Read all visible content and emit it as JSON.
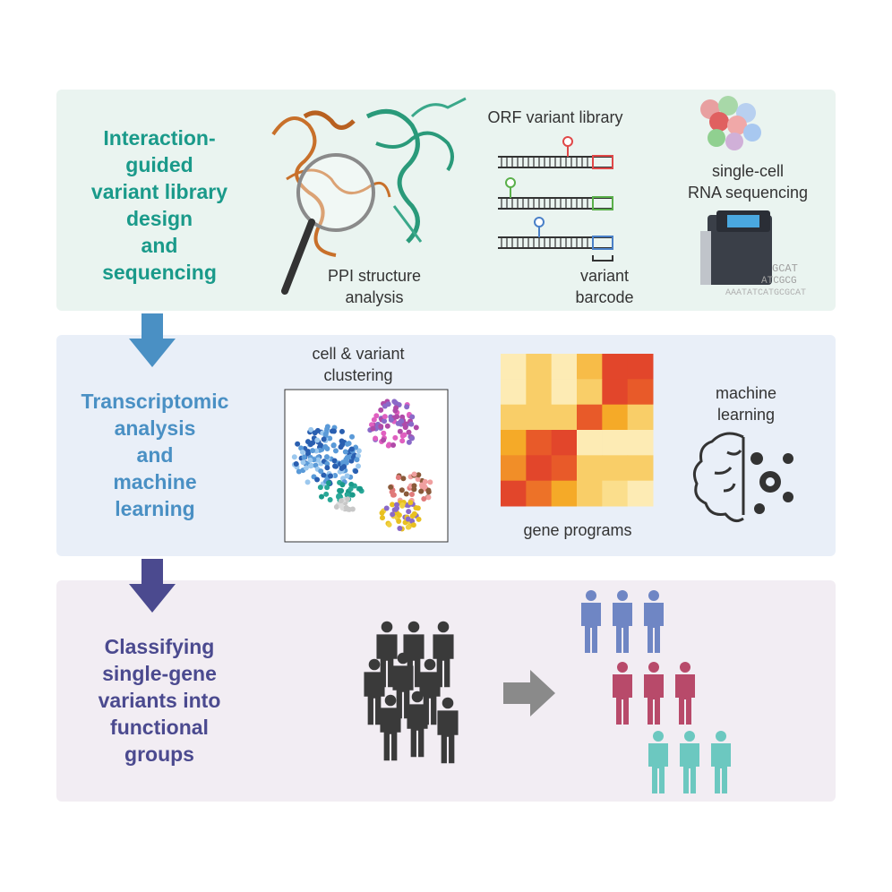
{
  "panels": [
    {
      "title": "Interaction-\nguided\nvariant library\ndesign\nand\nsequencing",
      "color": "#1a9a8a"
    },
    {
      "title": "Transcriptomic\nanalysis\nand\nmachine\nlearning",
      "color": "#4a90c4"
    },
    {
      "title": "Classifying\nsingle-gene\nvariants into\nfunctional\ngroups",
      "color": "#4b4a8f"
    }
  ],
  "labels": {
    "ppi": "PPI structure\nanalysis",
    "orf": "ORF variant library",
    "barcode": "variant\nbarcode",
    "scrna": "single-cell\nRNA sequencing",
    "cluster": "cell & variant\nclustering",
    "gene_programs": "gene programs",
    "ml": "machine\nlearning",
    "seq_text": [
      "GCAT",
      "ATCGCG",
      "AAATATCATGCGCAT"
    ]
  },
  "colors": {
    "arrow1": "#4a90c4",
    "arrow2": "#4b4a8f",
    "people_dark": "#3a3a3a",
    "group_blue": "#6f86c4",
    "group_red": "#b84a6a",
    "group_teal": "#6cc8c0",
    "barcode_red": "#e04848",
    "barcode_green": "#5ab04a",
    "barcode_blue": "#4a80c8"
  },
  "heatmap": {
    "rows": 6,
    "cols": 6,
    "values": [
      [
        0.1,
        0.3,
        0.1,
        0.4,
        0.9,
        0.9
      ],
      [
        0.1,
        0.3,
        0.1,
        0.3,
        0.9,
        0.8
      ],
      [
        0.3,
        0.3,
        0.3,
        0.8,
        0.5,
        0.3
      ],
      [
        0.5,
        0.8,
        0.9,
        0.1,
        0.1,
        0.1
      ],
      [
        0.6,
        0.9,
        0.8,
        0.3,
        0.3,
        0.3
      ],
      [
        0.9,
        0.7,
        0.5,
        0.3,
        0.2,
        0.1
      ]
    ]
  }
}
